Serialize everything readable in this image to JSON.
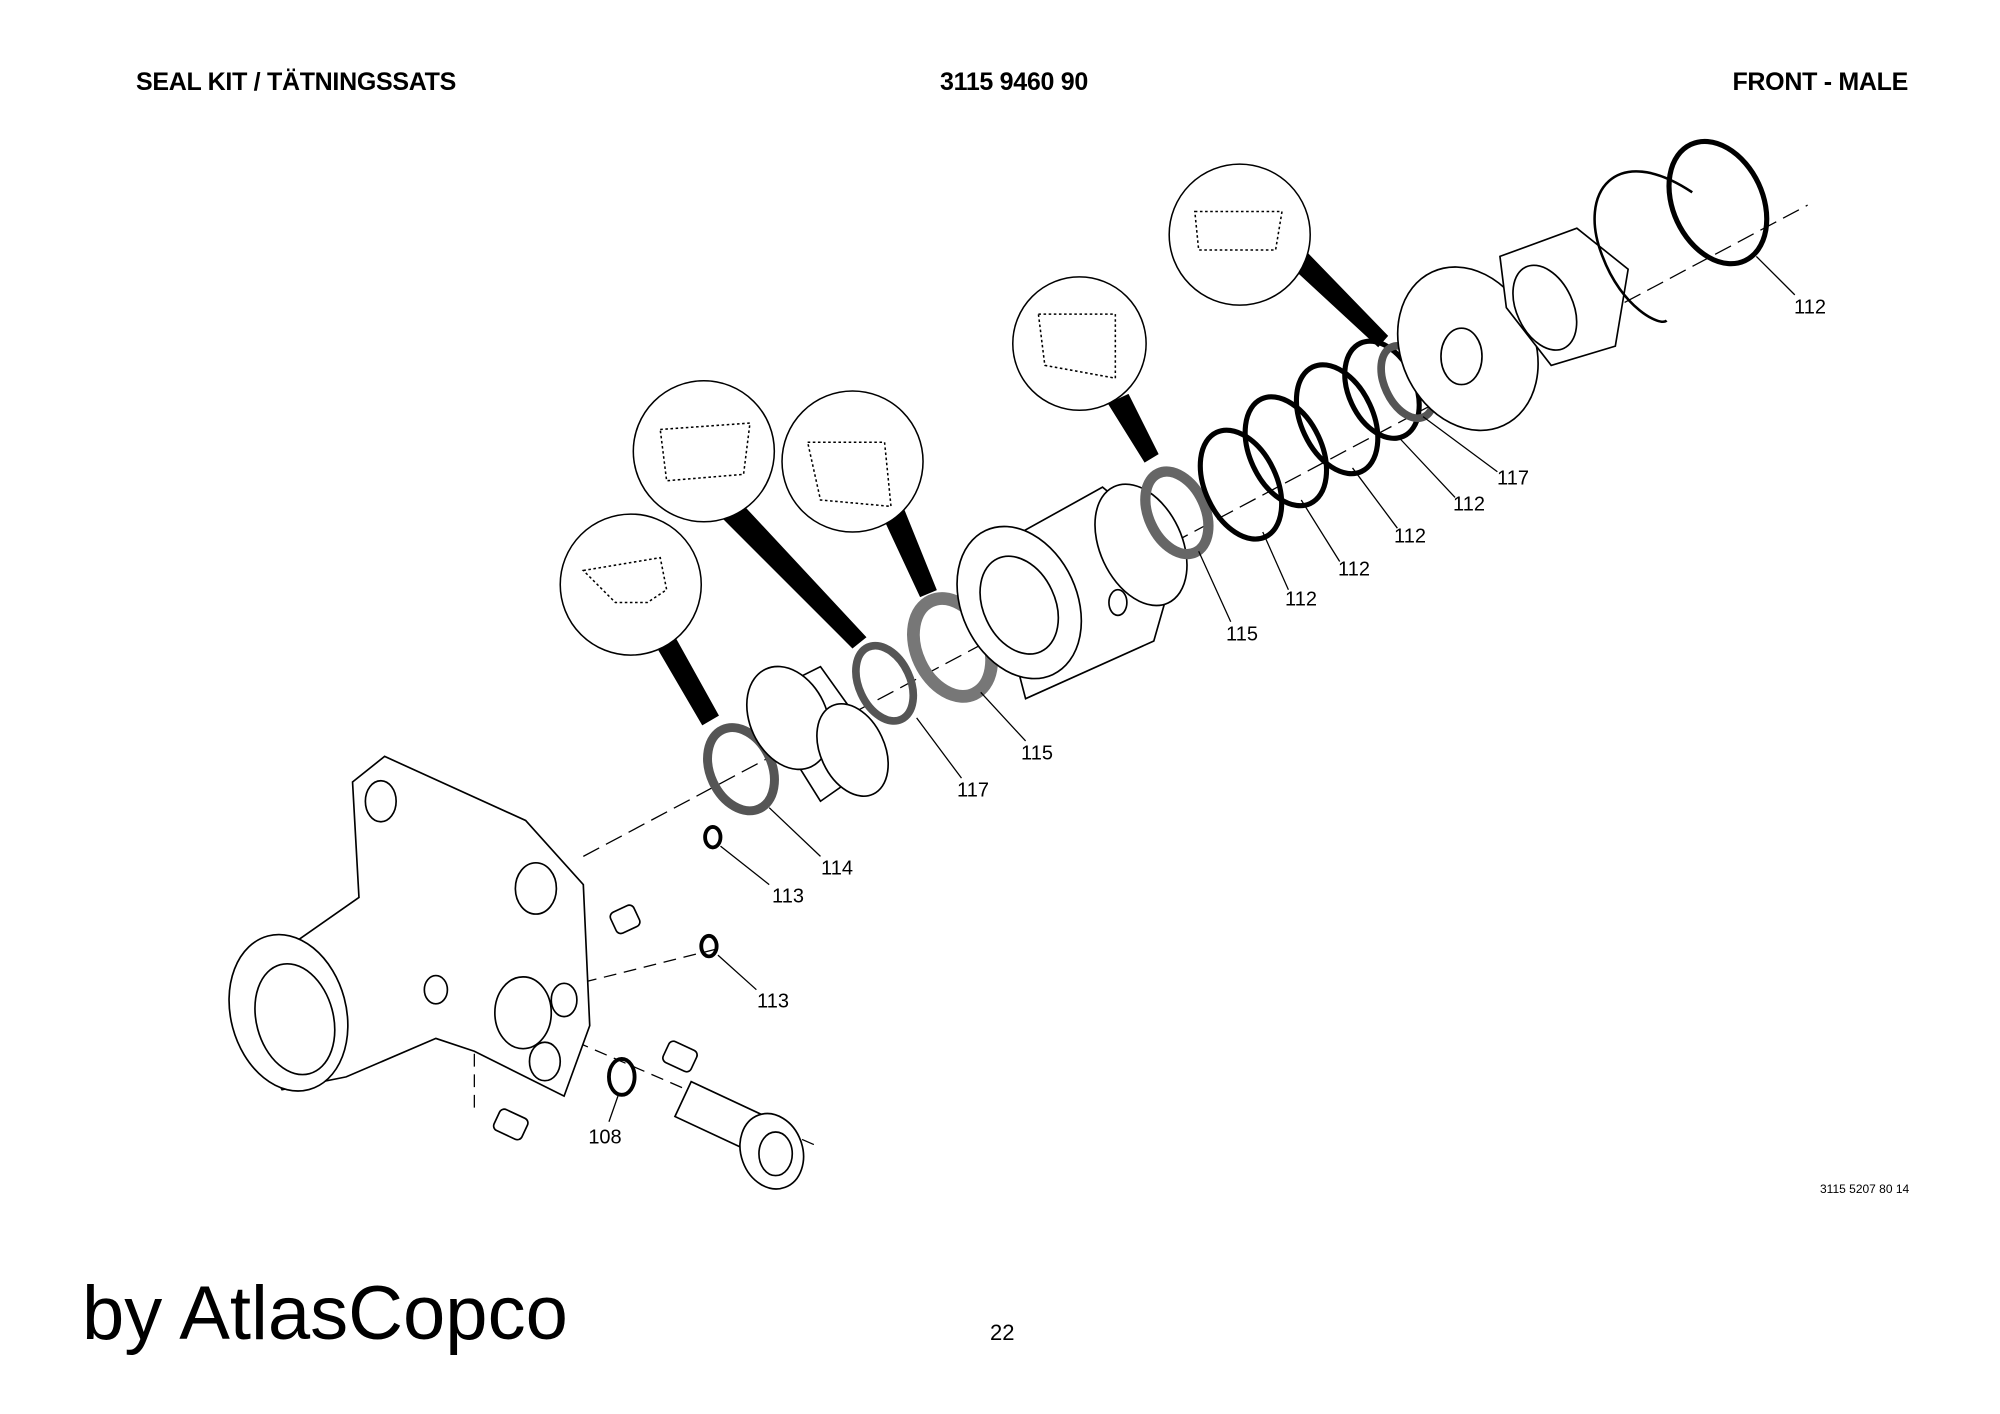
{
  "header": {
    "title": "SEAL KIT / TÄTNINGSSATS",
    "part_number": "3115 9460 90",
    "position": "FRONT - MALE"
  },
  "callouts": [
    "112",
    "117",
    "112",
    "112",
    "112",
    "112",
    "115",
    "115",
    "117",
    "114",
    "113",
    "113",
    "108"
  ],
  "drawing_ref": "3115 5207 80 14",
  "brand": "by AtlasCopco",
  "page_number": "22"
}
